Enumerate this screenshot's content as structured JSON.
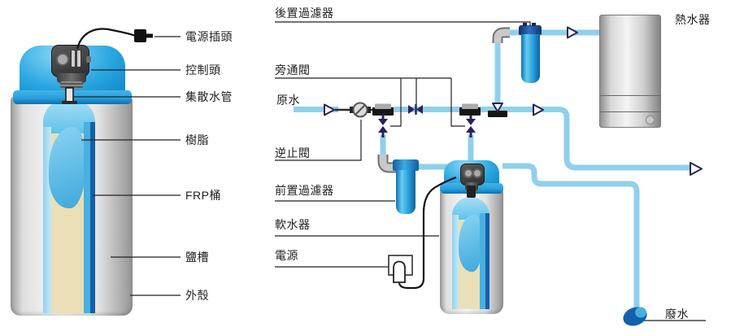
{
  "labels": {
    "power_plug": "電源插頭",
    "control_head": "控制頭",
    "collector_pipe": "集散水管",
    "resin": "樹脂",
    "frp_tank": "FRP桶",
    "salt_tank": "鹽槽",
    "outer_shell": "外殼",
    "post_filter": "後置過濾器",
    "bypass_valve": "旁通閥",
    "raw_water": "原水",
    "check_valve": "逆止閥",
    "pre_filter": "前置過濾器",
    "water_softener": "軟水器",
    "power": "電源",
    "water_heater": "熱水器",
    "waste_water": "廢水"
  },
  "colors": {
    "pipe_blue": "#8FD0EC",
    "dome_blue": "#2AA7E1",
    "navy": "#29235C",
    "resin_beige": "#EADFB6",
    "drop_blue": "#1360AE"
  }
}
